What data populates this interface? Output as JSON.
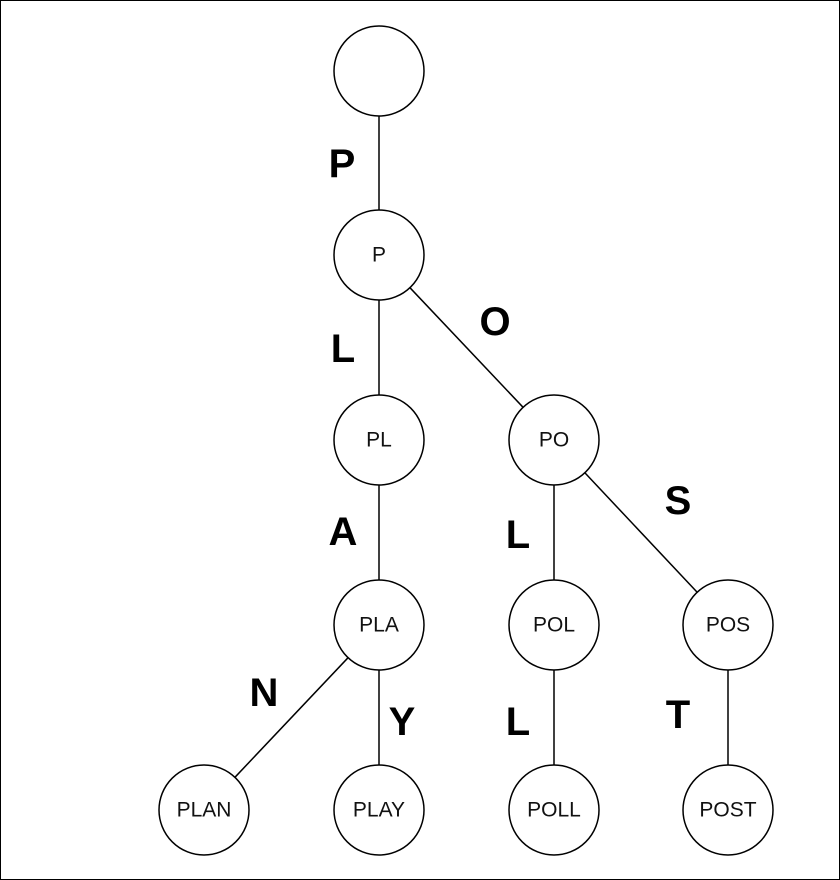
{
  "nodes": [
    {
      "id": "root",
      "label": ""
    },
    {
      "id": "P",
      "label": "P"
    },
    {
      "id": "PL",
      "label": "PL"
    },
    {
      "id": "PO",
      "label": "PO"
    },
    {
      "id": "PLA",
      "label": "PLA"
    },
    {
      "id": "POL",
      "label": "POL"
    },
    {
      "id": "POS",
      "label": "POS"
    },
    {
      "id": "PLAN",
      "label": "PLAN"
    },
    {
      "id": "PLAY",
      "label": "PLAY"
    },
    {
      "id": "POLL",
      "label": "POLL"
    },
    {
      "id": "POST",
      "label": "POST"
    }
  ],
  "edges": [
    {
      "from": "root",
      "to": "P",
      "label": "P"
    },
    {
      "from": "P",
      "to": "PL",
      "label": "L"
    },
    {
      "from": "P",
      "to": "PO",
      "label": "O"
    },
    {
      "from": "PL",
      "to": "PLA",
      "label": "A"
    },
    {
      "from": "PO",
      "to": "POL",
      "label": "L"
    },
    {
      "from": "PO",
      "to": "POS",
      "label": "S"
    },
    {
      "from": "PLA",
      "to": "PLAN",
      "label": "N"
    },
    {
      "from": "PLA",
      "to": "PLAY",
      "label": "Y"
    },
    {
      "from": "POL",
      "to": "POLL",
      "label": "L"
    },
    {
      "from": "POS",
      "to": "POST",
      "label": "T"
    }
  ]
}
